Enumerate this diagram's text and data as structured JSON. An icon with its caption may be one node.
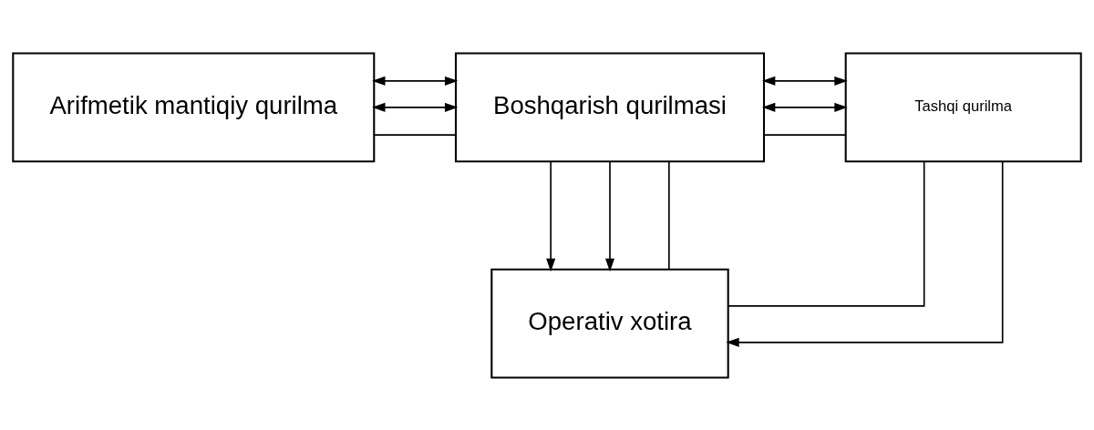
{
  "diagram": {
    "nodes": [
      {
        "text": [
          "Arifmetik mantiqiy qurilma"
        ]
      },
      {
        "text": [
          "Boshqarish qurilmasi"
        ]
      },
      {
        "text": [
          "Tashqi qurilma"
        ]
      },
      {
        "text": [
          "Operativ xotira"
        ]
      }
    ],
    "edges": [
      {
        "from": 0,
        "to": 1,
        "arrow": "both"
      },
      {
        "from": 0,
        "to": 1,
        "arrow": "both"
      },
      {
        "from": 0,
        "to": 1,
        "arrow": "none"
      },
      {
        "from": 1,
        "to": 2,
        "arrow": "both"
      },
      {
        "from": 1,
        "to": 2,
        "arrow": "both"
      },
      {
        "from": 1,
        "to": 2,
        "arrow": "none"
      },
      {
        "from": 1,
        "to": 3,
        "arrow": "to"
      },
      {
        "from": 1,
        "to": 3,
        "arrow": "to"
      },
      {
        "from": 1,
        "to": 3,
        "arrow": "none"
      },
      {
        "from": 2,
        "to": 3,
        "arrow": "none"
      },
      {
        "from": 2,
        "to": 3,
        "arrow": "to"
      }
    ]
  }
}
